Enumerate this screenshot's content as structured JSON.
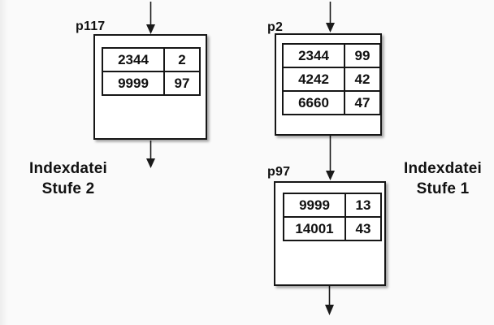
{
  "side_labels": {
    "stufe2": {
      "line1": "Indexdatei",
      "line2": "Stufe 2"
    },
    "stufe1": {
      "line1": "Indexdatei",
      "line2": "Stufe 1"
    }
  },
  "nodes": {
    "p117": {
      "title": "p117",
      "rows": [
        [
          "2344",
          "2"
        ],
        [
          "9999",
          "97"
        ]
      ]
    },
    "p2": {
      "title": "p2",
      "rows": [
        [
          "2344",
          "99"
        ],
        [
          "4242",
          "42"
        ],
        [
          "6660",
          "47"
        ]
      ]
    },
    "p97": {
      "title": "p97",
      "rows": [
        [
          "9999",
          "13"
        ],
        [
          "14001",
          "43"
        ]
      ]
    }
  },
  "icons": {
    "arrows": [
      "arrow-into-p117",
      "arrow-out-of-p117",
      "arrow-into-p2",
      "arrow-p2-to-p97",
      "arrow-out-of-p97"
    ],
    "arrow_glyph": "▼"
  },
  "colors": {
    "background": "#fafafa",
    "box_fill": "#ffffff",
    "ink": "#111111",
    "border": "#161616",
    "shadow": "#9e9e9e"
  }
}
